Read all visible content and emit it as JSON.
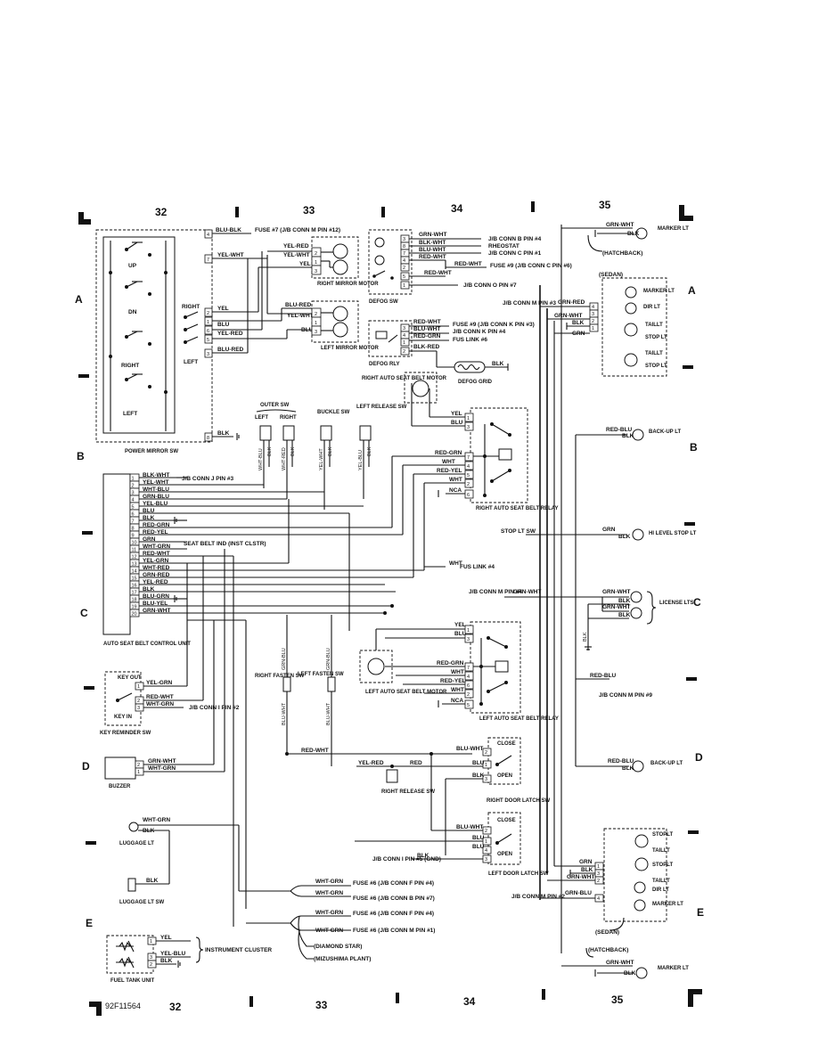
{
  "columns": [
    "32",
    "33",
    "34",
    "35"
  ],
  "rows": [
    "A",
    "B",
    "C",
    "D",
    "E"
  ],
  "footer_code": "92F11564",
  "components": {
    "power_mirror_sw": "POWER MIRROR SW",
    "up": "UP",
    "dn": "DN",
    "right": "RIGHT",
    "left": "LEFT",
    "right_mirror_motor": "RIGHT MIRROR MOTOR",
    "left_mirror_motor": "LEFT MIRROR MOTOR",
    "defog_sw": "DEFOG SW",
    "defog_rly": "DEFOG RLY",
    "defog_grid": "DEFOG GRID",
    "right_auto_seat_belt_motor": "RIGHT AUTO SEAT BELT MOTOR",
    "outer_sw": "OUTER SW",
    "outer_left": "LEFT",
    "outer_right": "RIGHT",
    "buckle_sw": "BUCKLE SW",
    "left_release_sw": "LEFT RELEASE SW",
    "right_auto_seat_belt_relay": "RIGHT AUTO SEAT BELT RELAY",
    "auto_seat_belt_control_unit": "AUTO SEAT BELT CONTROL UNIT",
    "key_reminder_sw": "KEY REMINDER SW",
    "key_out": "KEY OUT",
    "key_in": "KEY IN",
    "buzzer": "BUZZER",
    "right_fasten_sw": "RIGHT FASTEN SW",
    "left_fasten_sw": "LEFT FASTEN SW",
    "left_auto_seat_belt_motor": "LEFT AUTO SEAT BELT MOTOR",
    "left_auto_seat_belt_relay": "LEFT AUTO SEAT BELT RELAY",
    "right_release_sw": "RIGHT RELEASE SW",
    "right_door_latch_sw": "RIGHT DOOR LATCH SW",
    "left_door_latch_sw": "LEFT DOOR LATCH SW",
    "close": "CLOSE",
    "open": "OPEN",
    "luggage_lt": "LUGGAGE LT",
    "luggage_lt_sw": "LUGGAGE LT SW",
    "fuel_tank_unit": "FUEL TANK UNIT",
    "instrument_cluster": "INSTRUMENT CLUSTER",
    "marker_lt": "MARKER LT",
    "hatchback": "(HATCHBACK)",
    "sedan": "(SEDAN)",
    "dir_lt": "DIR LT",
    "taillt": "TAILLT",
    "stop_lt": "STOP LT",
    "stoplt": "STOPLT",
    "back_up_lt": "BACK-UP LT",
    "stop_lt_sw": "STOP LT SW",
    "hi_level_stop_lt": "HI LEVEL STOP LT",
    "license_lts": "LICENSE LTS",
    "diamond_star": "(DIAMOND STAR)",
    "mizushima_plant": "(MIZUSHIMA PLANT)"
  },
  "refs": {
    "fuse7": "FUSE #7 (J/B CONN M PIN #12)",
    "jb_conn_b4": "J/B CONN B PIN #4",
    "rheostat": "RHEOSTAT",
    "jb_conn_c1": "J/B CONN C PIN #1",
    "fuse9_c6": "FUSE #9 (J/B CONN C PIN #6)",
    "jb_conn_o7": "J/B CONN O PIN #7",
    "fuse9_k3": "FUSE #9 (J/B CONN K PIN #3)",
    "jb_conn_k4": "J/B CONN K PIN #4",
    "fus_link6": "FUS LINK #6",
    "jb_conn_m3": "J/B CONN M PIN #3",
    "jb_conn_j3": "J/B CONN J PIN #3",
    "seat_belt_ind": "SEAT BELT IND (INST CLSTR)",
    "fus_link4": "FUS LINK #4",
    "jb_conn_m4": "J/B CONN M PIN #4",
    "jb_conn_i2": "J/B CONN I PIN #2",
    "jb_conn_m9": "J/B CONN M PIN #9",
    "jb_conn_i5": "J/B CONN I PIN #5 (GND)",
    "jb_conn_m2": "J/B CONN M PIN #2",
    "fuse6_f4a": "FUSE #6 (J/B CONN F PIN #4)",
    "fuse6_b7": "FUSE #6 (J/B CONN B PIN #7)",
    "fuse6_f4b": "FUSE #6 (J/B CONN F PIN #4)",
    "fuse6_m1": "FUSE #6 (J/B CONN M PIN #1)"
  },
  "wires": {
    "blu_blk": "BLU-BLK",
    "yel_wht": "YEL-WHT",
    "yel_red": "YEL-RED",
    "yel": "YEL",
    "blu_red": "BLU-RED",
    "blu": "BLU",
    "blk": "BLK",
    "grn_wht": "GRN-WHT",
    "blk_wht": "BLK-WHT",
    "red_wht": "RED-WHT",
    "blu_wht": "BLU-WHT",
    "red_grn": "RED-GRN",
    "blk_red": "BLK-RED",
    "red_yel": "RED-YEL",
    "wht": "WHT",
    "nca": "NCA",
    "wht_blu": "WHT-BLU",
    "grn_blu": "GRN-BLU",
    "yel_blu": "YEL-BLU",
    "grn": "GRN",
    "wht_grn": "WHT-GRN",
    "yel_grn": "YEL-GRN",
    "wht_red": "WHT-RED",
    "grn_red": "GRN-RED",
    "blu_grn": "BLU-GRN",
    "blu_yel": "BLU-YEL",
    "red_blu": "RED-BLU",
    "red": "RED"
  },
  "control_unit_pins": [
    {
      "pin": "1",
      "wire": "BLK-WHT"
    },
    {
      "pin": "2",
      "wire": "YEL-WHT"
    },
    {
      "pin": "3",
      "wire": "WHT-BLU"
    },
    {
      "pin": "4",
      "wire": "GRN-BLU"
    },
    {
      "pin": "5",
      "wire": "YEL-BLU"
    },
    {
      "pin": "6",
      "wire": "BLU"
    },
    {
      "pin": "7",
      "wire": "BLK"
    },
    {
      "pin": "8",
      "wire": "RED-GRN"
    },
    {
      "pin": "9",
      "wire": "RED-YEL"
    },
    {
      "pin": "10",
      "wire": "GRN"
    },
    {
      "pin": "11",
      "wire": "WHT-GRN"
    },
    {
      "pin": "12",
      "wire": "RED-WHT"
    },
    {
      "pin": "13",
      "wire": "YEL-GRN"
    },
    {
      "pin": "14",
      "wire": "WHT-RED"
    },
    {
      "pin": "15",
      "wire": "GRN-RED"
    },
    {
      "pin": "16",
      "wire": "YEL-RED"
    },
    {
      "pin": "17",
      "wire": "BLK"
    },
    {
      "pin": "18",
      "wire": "BLU-GRN"
    },
    {
      "pin": "19",
      "wire": "BLU-YEL"
    },
    {
      "pin": "20",
      "wire": "GRN-WHT"
    }
  ]
}
